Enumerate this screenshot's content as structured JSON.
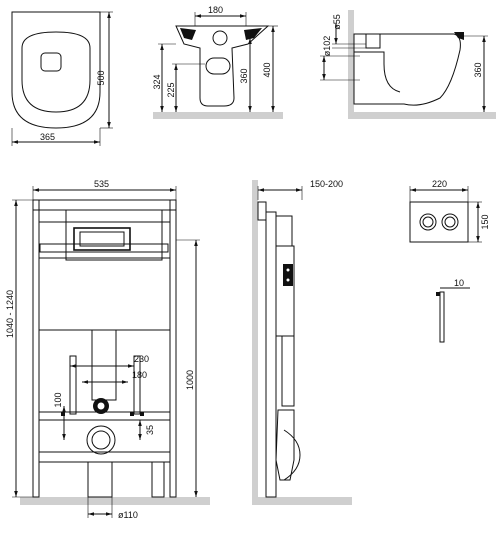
{
  "dims": {
    "bowl_width": "365",
    "bowl_length": "500",
    "front_width": "180",
    "front_h1": "324",
    "front_h2": "225",
    "front_h3": "360",
    "front_h4": "400",
    "side_d1": "ø55",
    "side_d2": "ø102",
    "side_h": "360",
    "frame_width": "535",
    "frame_height": "1040 - 1240",
    "frame_h2": "1000",
    "frame_d1": "230",
    "frame_d2": "180",
    "frame_d3": "100",
    "frame_d4": "35",
    "frame_pipe": "ø110",
    "depth": "150-200",
    "panel_w": "220",
    "panel_h": "150",
    "panel_t": "10"
  },
  "colors": {
    "line": "#111111",
    "wall": "#cfcfcf",
    "background": "#ffffff"
  }
}
